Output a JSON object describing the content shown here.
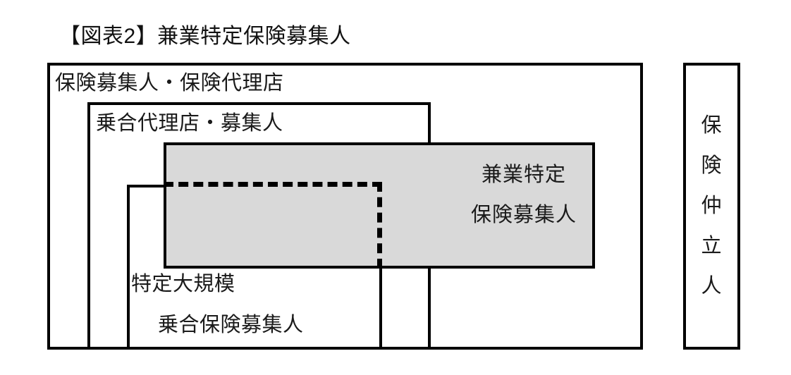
{
  "figure": {
    "title": "【図表2】兼業特定保険募集人",
    "type": "venn-nested-boxes",
    "colors": {
      "highlight_fill": "#d9d9d9",
      "line": "#000000",
      "text": "#1a1a1a",
      "background": "#ffffff"
    },
    "boxes": {
      "outer": {
        "label": "保険募集人・保険代理店",
        "style": "solid"
      },
      "middle": {
        "label": "乗合代理店・募集人",
        "style": "solid"
      },
      "highlight": {
        "label_line1": "兼業特定",
        "label_line2": "保険募集人",
        "style": "solid-filled"
      },
      "bottom_left": {
        "label_line1": "特定大規模",
        "label_line2": "乗合保険募集人",
        "style": "solid"
      },
      "dashed_region": {
        "style": "dashed",
        "label": ""
      },
      "broker": {
        "label": "保険仲立人",
        "chars": [
          "保",
          "険",
          "仲",
          "立",
          "人"
        ],
        "orientation": "vertical",
        "style": "solid"
      }
    }
  }
}
